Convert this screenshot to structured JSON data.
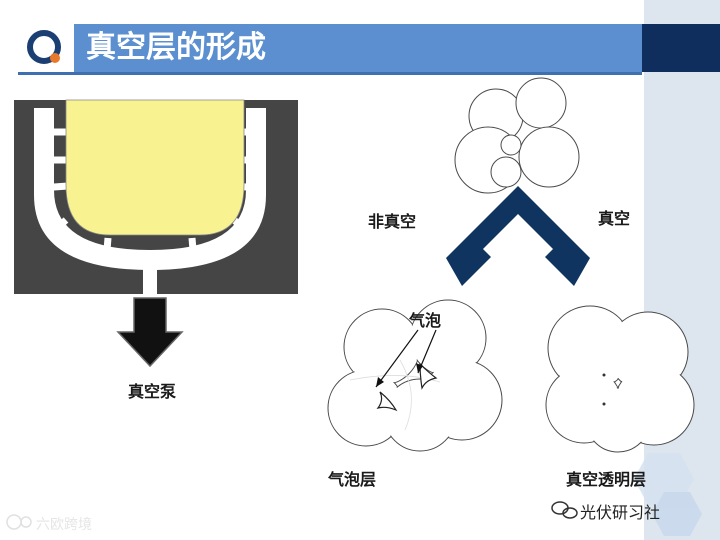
{
  "header": {
    "title": "真空层的形成"
  },
  "labels": {
    "vacuum_pump": "真空泵",
    "non_vacuum": "非真空",
    "vacuum": "真空",
    "bubble": "气泡",
    "bubble_layer": "气泡层",
    "vacuum_transparent_layer": "真空透明层"
  },
  "watermarks": {
    "left": "六欧跨境",
    "right": "光伏研习社"
  },
  "colors": {
    "header_blue": "#5b8fd0",
    "header_dark": "#0f2e5e",
    "crucible_yellow": "#f8f291",
    "mold_dark": "#454545",
    "arrow_navy": "#0f3460",
    "logo_orange": "#e8792b",
    "logo_navy": "#1c3f73"
  }
}
